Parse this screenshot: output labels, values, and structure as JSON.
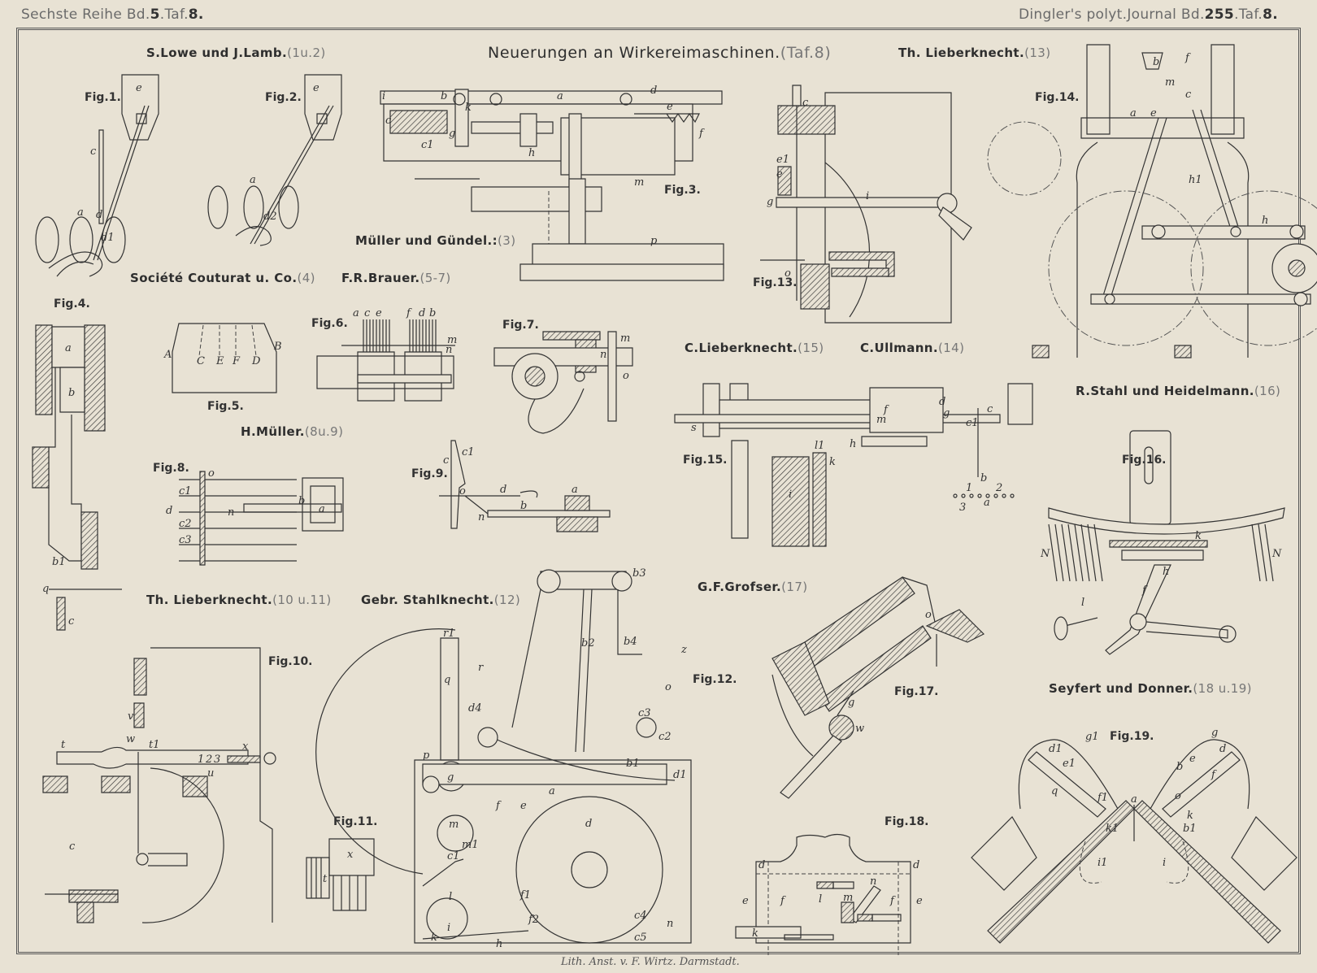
{
  "header": {
    "left_prefix": "Sechste Reihe Bd.",
    "left_volume": "5",
    "left_plate_prefix": ".Taf.",
    "left_plate": "8.",
    "right_prefix": "Dingler's polyt.Journal Bd.",
    "right_volume": "255",
    "right_plate_prefix": ".Taf.",
    "right_plate": "8."
  },
  "title": {
    "text": "Neuerungen an Wirkereimaschinen.",
    "ref": "(Taf.8)"
  },
  "captions": [
    {
      "name": "S.Lowe und J.Lamb.",
      "ref": "(1u.2)"
    },
    {
      "name": "Th. Lieberknecht.",
      "ref": "(13)"
    },
    {
      "name": "Müller und Gündel.:",
      "ref": "(3)"
    },
    {
      "name": "Société Couturat u. Co.",
      "ref": "(4)"
    },
    {
      "name": "F.R.Brauer.",
      "ref": "(5-7)"
    },
    {
      "name": "C.Lieberknecht.",
      "ref": "(15)"
    },
    {
      "name": "C.Ullmann.",
      "ref": "(14)"
    },
    {
      "name": "R.Stahl und Heidelmann.",
      "ref": "(16)"
    },
    {
      "name": "H.Müller.",
      "ref": "(8u.9)"
    },
    {
      "name": "Th. Lieberknecht.",
      "ref": "(10 u.11)"
    },
    {
      "name": "Gebr. Stahlknecht.",
      "ref": "(12)"
    },
    {
      "name": "G.F.Grofser.",
      "ref": "(17)"
    },
    {
      "name": "Seyfert und Donner.",
      "ref": "(18 u.19)"
    }
  ],
  "figures": [
    {
      "label": "Fig.1.",
      "parts": [
        "e",
        "c",
        "a",
        "d",
        "d1"
      ]
    },
    {
      "label": "Fig.2.",
      "parts": [
        "e",
        "a",
        "d2"
      ]
    },
    {
      "label": "Fig.3.",
      "parts": [
        "i",
        "b",
        "k",
        "a",
        "d",
        "e",
        "h",
        "c",
        "g",
        "c1",
        "f",
        "m",
        "p"
      ]
    },
    {
      "label": "Fig.4.",
      "parts": [
        "a",
        "b",
        "b1",
        "q",
        "c"
      ]
    },
    {
      "label": "Fig.5.",
      "parts": [
        "A",
        "B",
        "C",
        "E",
        "F",
        "D"
      ]
    },
    {
      "label": "Fig.6.",
      "parts": [
        "a",
        "c",
        "e",
        "f",
        "d",
        "b",
        "m",
        "n"
      ]
    },
    {
      "label": "Fig.7.",
      "parts": [
        "m",
        "n",
        "o"
      ]
    },
    {
      "label": "Fig.8.",
      "parts": [
        "o",
        "b",
        "c1",
        "d",
        "n",
        "a",
        "c2",
        "c3"
      ]
    },
    {
      "label": "Fig.9.",
      "parts": [
        "c",
        "c1",
        "o",
        "d",
        "a",
        "b",
        "n"
      ]
    },
    {
      "label": "Fig.10.",
      "parts": [
        "v",
        "w",
        "t",
        "t1",
        "x",
        "c",
        "1",
        "2",
        "3",
        "u"
      ]
    },
    {
      "label": "Fig.11.",
      "parts": [
        "x",
        "t"
      ]
    },
    {
      "label": "Fig.12.",
      "parts": [
        "b3",
        "b4",
        "b2",
        "r1",
        "r",
        "q",
        "d4",
        "p",
        "g",
        "c3",
        "o",
        "c2",
        "d",
        "b1",
        "d1",
        "a",
        "f",
        "e",
        "m",
        "m1",
        "c1",
        "l",
        "f1",
        "c4",
        "f2",
        "i",
        "h",
        "c5",
        "n",
        "k",
        "z"
      ]
    },
    {
      "label": "Fig.13.",
      "parts": [
        "c",
        "e1",
        "e",
        "g",
        "i",
        "o"
      ]
    },
    {
      "label": "Fig.14.",
      "parts": [
        "b",
        "f",
        "m",
        "c",
        "a",
        "e",
        "h1",
        "h"
      ]
    },
    {
      "label": "Fig.15.",
      "parts": [
        "f",
        "d",
        "g",
        "c",
        "c1",
        "m",
        "s",
        "h",
        "l1",
        "k",
        "i",
        "b",
        "a",
        "1",
        "2",
        "3"
      ]
    },
    {
      "label": "Fig.16.",
      "parts": [
        "k",
        "N",
        "h",
        "l",
        "f"
      ]
    },
    {
      "label": "Fig.17.",
      "parts": [
        "o",
        "g",
        "w"
      ]
    },
    {
      "label": "Fig.18.",
      "parts": [
        "d",
        "e",
        "f",
        "l",
        "m",
        "n",
        "k"
      ]
    },
    {
      "label": "Fig.19.",
      "parts": [
        "g",
        "g1",
        "d",
        "d1",
        "e",
        "e1",
        "b",
        "f",
        "q",
        "o",
        "f1",
        "k",
        "k1",
        "b1",
        "i",
        "i1",
        "a"
      ]
    }
  ],
  "footer": {
    "text": "Lith. Anst. v. F. Wirtz. Darmstadt."
  },
  "colors": {
    "paper": "#e8e2d4",
    "ink": "#2a2a2a",
    "ref_gray": "#777777"
  }
}
